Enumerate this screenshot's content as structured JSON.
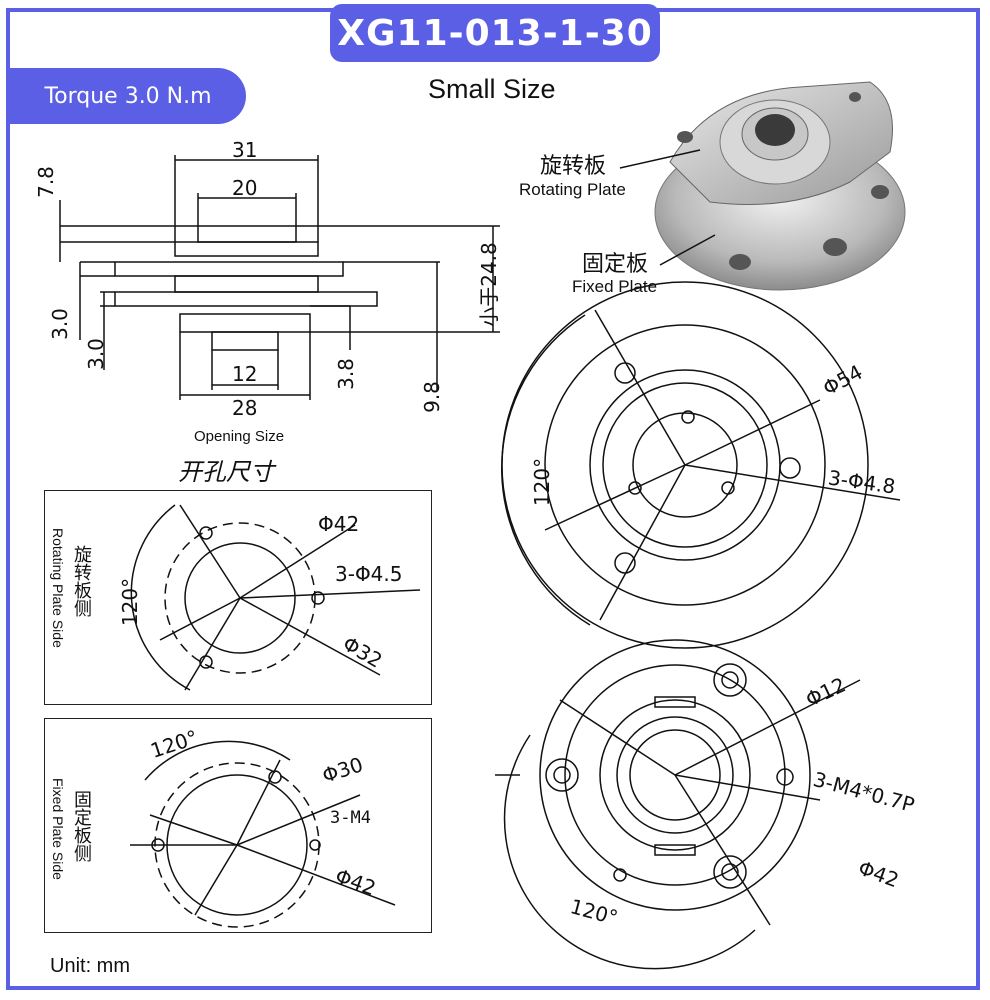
{
  "header": {
    "model": "XG11-013-1-30",
    "torque": "Torque 3.0 N.m",
    "subtitle": "Small Size"
  },
  "photo": {
    "rotating_cn": "旋转板",
    "rotating_en": "Rotating Plate",
    "fixed_cn": "固定板",
    "fixed_en": "Fixed Plate"
  },
  "side_view": {
    "d31": "31",
    "d20": "20",
    "d12": "12",
    "d28": "28",
    "h78": "7.8",
    "h30a": "3.0",
    "h30b": "3.0",
    "h38": "3.8",
    "h98": "9.8",
    "h248": "小于24.8",
    "opening_en": "Opening Size",
    "opening_cn": "开孔尺寸"
  },
  "rotating_box": {
    "side_cn": "旋转板侧",
    "side_en": "Rotating Plate Side",
    "angle": "120°",
    "d42": "Φ42",
    "holes": "3-Φ4.5",
    "d32": "Φ32"
  },
  "fixed_box": {
    "side_cn": "固定板侧",
    "side_en": "Fixed Plate Side",
    "angle": "120°",
    "d30": "Φ30",
    "holes": "3-M4",
    "d42": "Φ42"
  },
  "top_right": {
    "angle": "120°",
    "d54": "Φ54",
    "holes": "3-Φ4.8"
  },
  "bottom_right": {
    "angle": "120°",
    "d12": "Φ12",
    "holes": "3-M4*0.7P",
    "d42": "Φ42"
  },
  "footer": {
    "unit": "Unit: mm"
  },
  "colors": {
    "accent": "#5a5fe6"
  }
}
